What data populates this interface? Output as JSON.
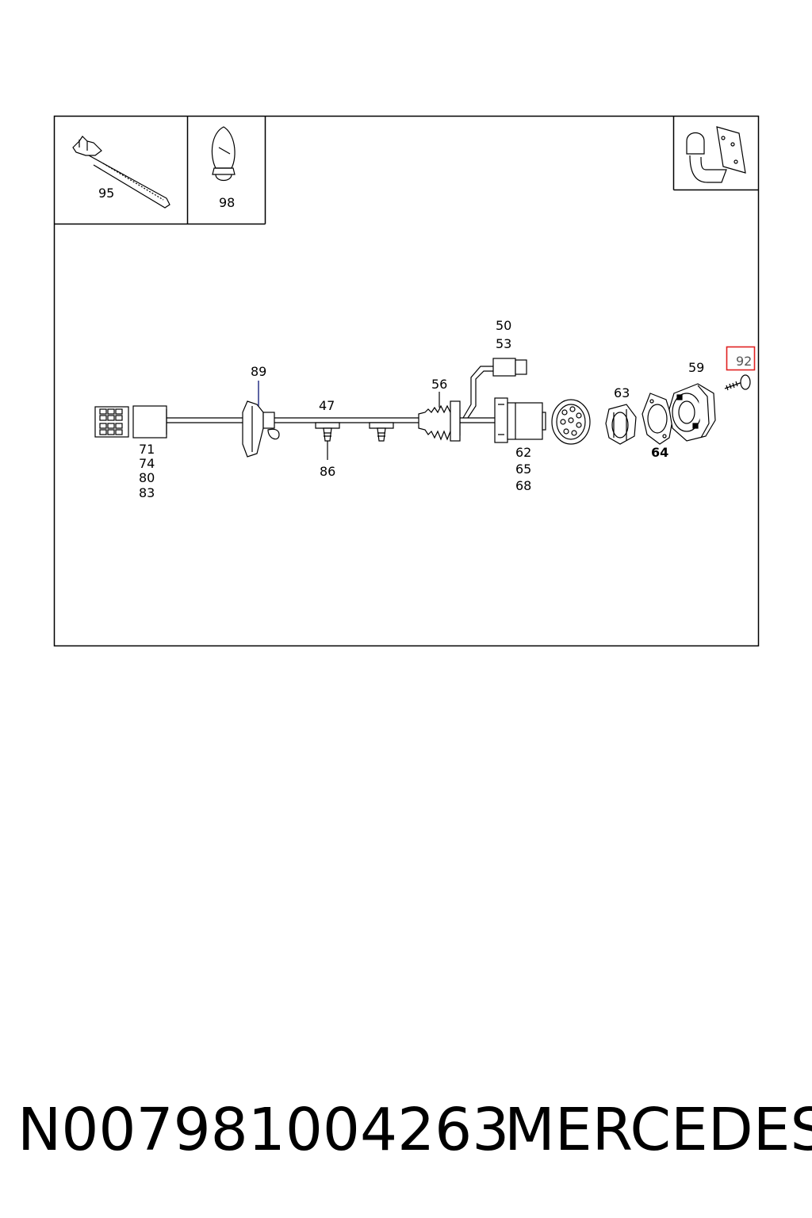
{
  "diagram": {
    "inset_labels": {
      "cable_tie": "95",
      "cap": "98"
    },
    "part_labels": {
      "p89": "89",
      "p47": "47",
      "p86": "86",
      "p56": "56",
      "p50": "50",
      "p53": "53",
      "p62": "62",
      "p65": "65",
      "p68": "68",
      "p63": "63",
      "p64": "64",
      "p59": "59",
      "p92": "92",
      "p71": "71",
      "p74": "74",
      "p80": "80",
      "p83": "83"
    },
    "highlight_color": "#e02020"
  },
  "caption": {
    "part_number": "N007981004263",
    "brand": "MERCEDES"
  }
}
